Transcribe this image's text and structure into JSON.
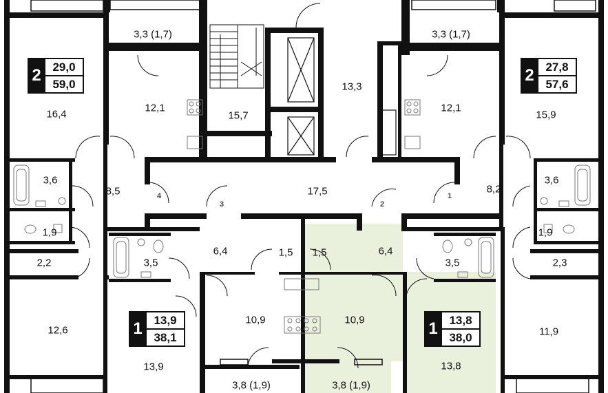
{
  "colors": {
    "wall": "#111111",
    "highlight": "#e9f0dc",
    "fixture": "#777777"
  },
  "apartments": [
    {
      "rooms": "2",
      "living_area": "29,0",
      "total_area": "59,0"
    },
    {
      "rooms": "2",
      "living_area": "27,8",
      "total_area": "57,6"
    },
    {
      "rooms": "1",
      "living_area": "13,9",
      "total_area": "38,1"
    },
    {
      "rooms": "1",
      "living_area": "13,8",
      "total_area": "38,0"
    }
  ],
  "room_labels": [
    "16,4",
    "3,3 (1,7)",
    "12,1",
    "15,7",
    "13,3",
    "3,3 (1,7)",
    "12,1",
    "15,9",
    "3,6",
    "8,5",
    "17,5",
    "8,2",
    "3,6",
    "1,9",
    "1,9",
    "2,2",
    "3,5",
    "6,4",
    "1,5",
    "1,5",
    "6,4",
    "3,5",
    "2,3",
    "12,6",
    "10,9",
    "10,9",
    "11,9",
    "13,9",
    "13,8",
    "3,8 (1,9)",
    "3,8 (1,9)"
  ],
  "door_numbers": [
    "4",
    "3",
    "2",
    "1"
  ]
}
